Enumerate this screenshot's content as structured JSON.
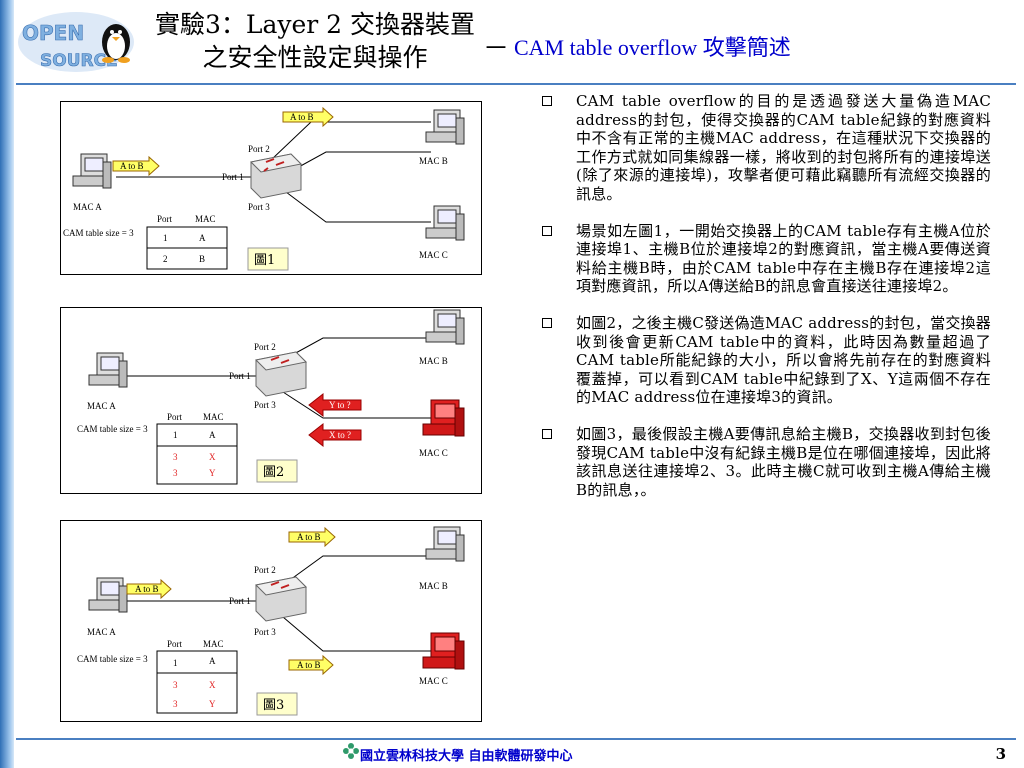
{
  "header": {
    "logo_text_top": "OPEN",
    "logo_text_bottom": "SOURCE",
    "title_part1": "實驗3：Layer 2 交換器裝置之安全性設定與操作",
    "title_dash": "－",
    "title_part2": "CAM table overflow 攻擊簡述"
  },
  "figures": [
    {
      "caption": "圖1",
      "labels": {
        "mac_a": "MAC A",
        "mac_b": "MAC B",
        "mac_c": "MAC C",
        "port1": "Port 1",
        "port2": "Port 2",
        "port3": "Port 3",
        "cam_size": "CAM table size = 3",
        "col_port": "Port",
        "col_mac": "MAC"
      },
      "arrows": [
        "A to B",
        "A to B"
      ],
      "rows": [
        {
          "port": "1",
          "mac": "A"
        },
        {
          "port": "2",
          "mac": "B"
        }
      ]
    },
    {
      "caption": "圖2",
      "labels": {
        "mac_a": "MAC A",
        "mac_b": "MAC B",
        "mac_c": "MAC C",
        "port1": "Port 1",
        "port2": "Port 2",
        "port3": "Port 3",
        "cam_size": "CAM table size = 3",
        "col_port": "Port",
        "col_mac": "MAC"
      },
      "arrows": [
        "Y to ?",
        "X to ?"
      ],
      "rows": [
        {
          "port": "1",
          "mac": "A"
        },
        {
          "port": "3",
          "mac": "X"
        },
        {
          "port": "3",
          "mac": "Y"
        }
      ]
    },
    {
      "caption": "圖3",
      "labels": {
        "mac_a": "MAC A",
        "mac_b": "MAC B",
        "mac_c": "MAC C",
        "port1": "Port 1",
        "port2": "Port 2",
        "port3": "Port 3",
        "cam_size": "CAM table size = 3",
        "col_port": "Port",
        "col_mac": "MAC"
      },
      "arrows": [
        "A to B",
        "A to B",
        "A to B"
      ],
      "rows": [
        {
          "port": "1",
          "mac": "A"
        },
        {
          "port": "3",
          "mac": "X"
        },
        {
          "port": "3",
          "mac": "Y"
        }
      ]
    }
  ],
  "bullets": [
    "CAM table overflow的目的是透過發送大量偽造MAC address的封包，使得交換器的CAM table紀錄的對應資料中不含有正常的主機MAC address，在這種狀況下交換器的工作方式就如同集線器一樣，將收到的封包將所有的連接埠送(除了來源的連接埠)，攻擊者便可藉此竊聽所有流經交換器的訊息。",
    "場景如左圖1，一開始交換器上的CAM table存有主機A位於連接埠1、主機B位於連接埠2的對應資訊，當主機A要傳送資料給主機B時，由於CAM table中存在主機B存在連接埠2這項對應資訊，所以A傳送給B的訊息會直接送往連接埠2。",
    "如圖2，之後主機C發送偽造MAC address的封包，當交換器收到後會更新CAM table中的資料，此時因為數量超過了CAM table所能紀錄的大小，所以會將先前存在的對應資料覆蓋掉，可以看到CAM table中紀錄到了X、Y這兩個不存在的MAC address位在連接埠3的資訊。",
    "如圖3，最後假設主機A要傳訊息給主機B，交換器收到封包後發現CAM table中沒有紀錄主機B是位在哪個連接埠，因此將該訊息送往連接埠2、3。此時主機C就可收到主機A傳給主機B的訊息，。"
  ],
  "footer": {
    "org": "國立雲林科技大學 自由軟體研發中心",
    "page": "3"
  },
  "colors": {
    "accent": "#0000cc",
    "arrow_fill": "#ffff66",
    "attack_red": "#e02020"
  }
}
